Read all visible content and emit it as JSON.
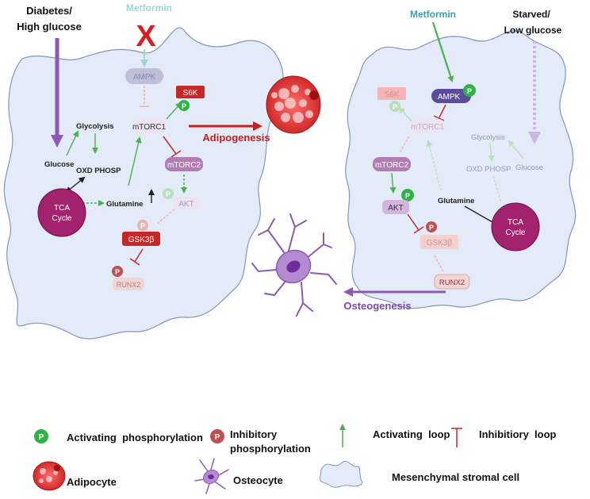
{
  "colors": {
    "cell_fill": "#e3ebf8",
    "cell_stroke": "#8396b8",
    "activating": "#4caf50",
    "inhibitory": "#c62828",
    "metformin": "#3a9ea5",
    "metformin_faded": "#9fd3d6",
    "adipo_red": "#c81e1e",
    "osteo_purple": "#8b5ab5",
    "tca": "#a2226e",
    "ampk": "#5b4b9c"
  },
  "left_cell": {
    "condition": [
      "Diabetes/",
      "High glucose"
    ],
    "drug": "Metformin",
    "blocked_mark": "X",
    "nodes": {
      "ampk": "AMPK",
      "s6k": "S6K",
      "mtorc1": "mTORC1",
      "mtorc2": "mTORC2",
      "akt": "AKT",
      "gsk3b": "GSK3β",
      "runx2": "RUNX2",
      "tca": [
        "TCA",
        "Cycle"
      ],
      "glycolysis": "Glycolysis",
      "glucose": "Glucose",
      "oxphos": "OXD PHOSP",
      "glutamine": "Glutamine"
    },
    "outcome": "Adipogenesis"
  },
  "right_cell": {
    "condition": [
      "Starved/",
      "Low glucose"
    ],
    "drug": "Metformin",
    "nodes": {
      "ampk": "AMPK",
      "s6k": "S6K",
      "mtorc1": "mTORC1",
      "mtorc2": "mTORC2",
      "akt": "AKT",
      "gsk3b": "GSK3β",
      "runx2": "RUNX2",
      "tca": [
        "TCA",
        "Cycle"
      ],
      "glycolysis": "Glycolysis",
      "glucose": "Glucose",
      "oxphos": "OXD PHOSP",
      "glutamine": "Glutamine"
    },
    "outcome": "Osteogenesis"
  },
  "phospho_symbol": "P",
  "legend": {
    "activating_phos": "Activating  phosphorylation",
    "inhibitory_phos": [
      "Inhibitory",
      "phosphorylation"
    ],
    "activating_loop": "Activating  loop",
    "inhibitory_loop": "Inhibitiory  loop",
    "adipocyte": "Adipocyte",
    "osteocyte": "Osteocyte",
    "msc": "Mesenchymal stromal cell"
  }
}
